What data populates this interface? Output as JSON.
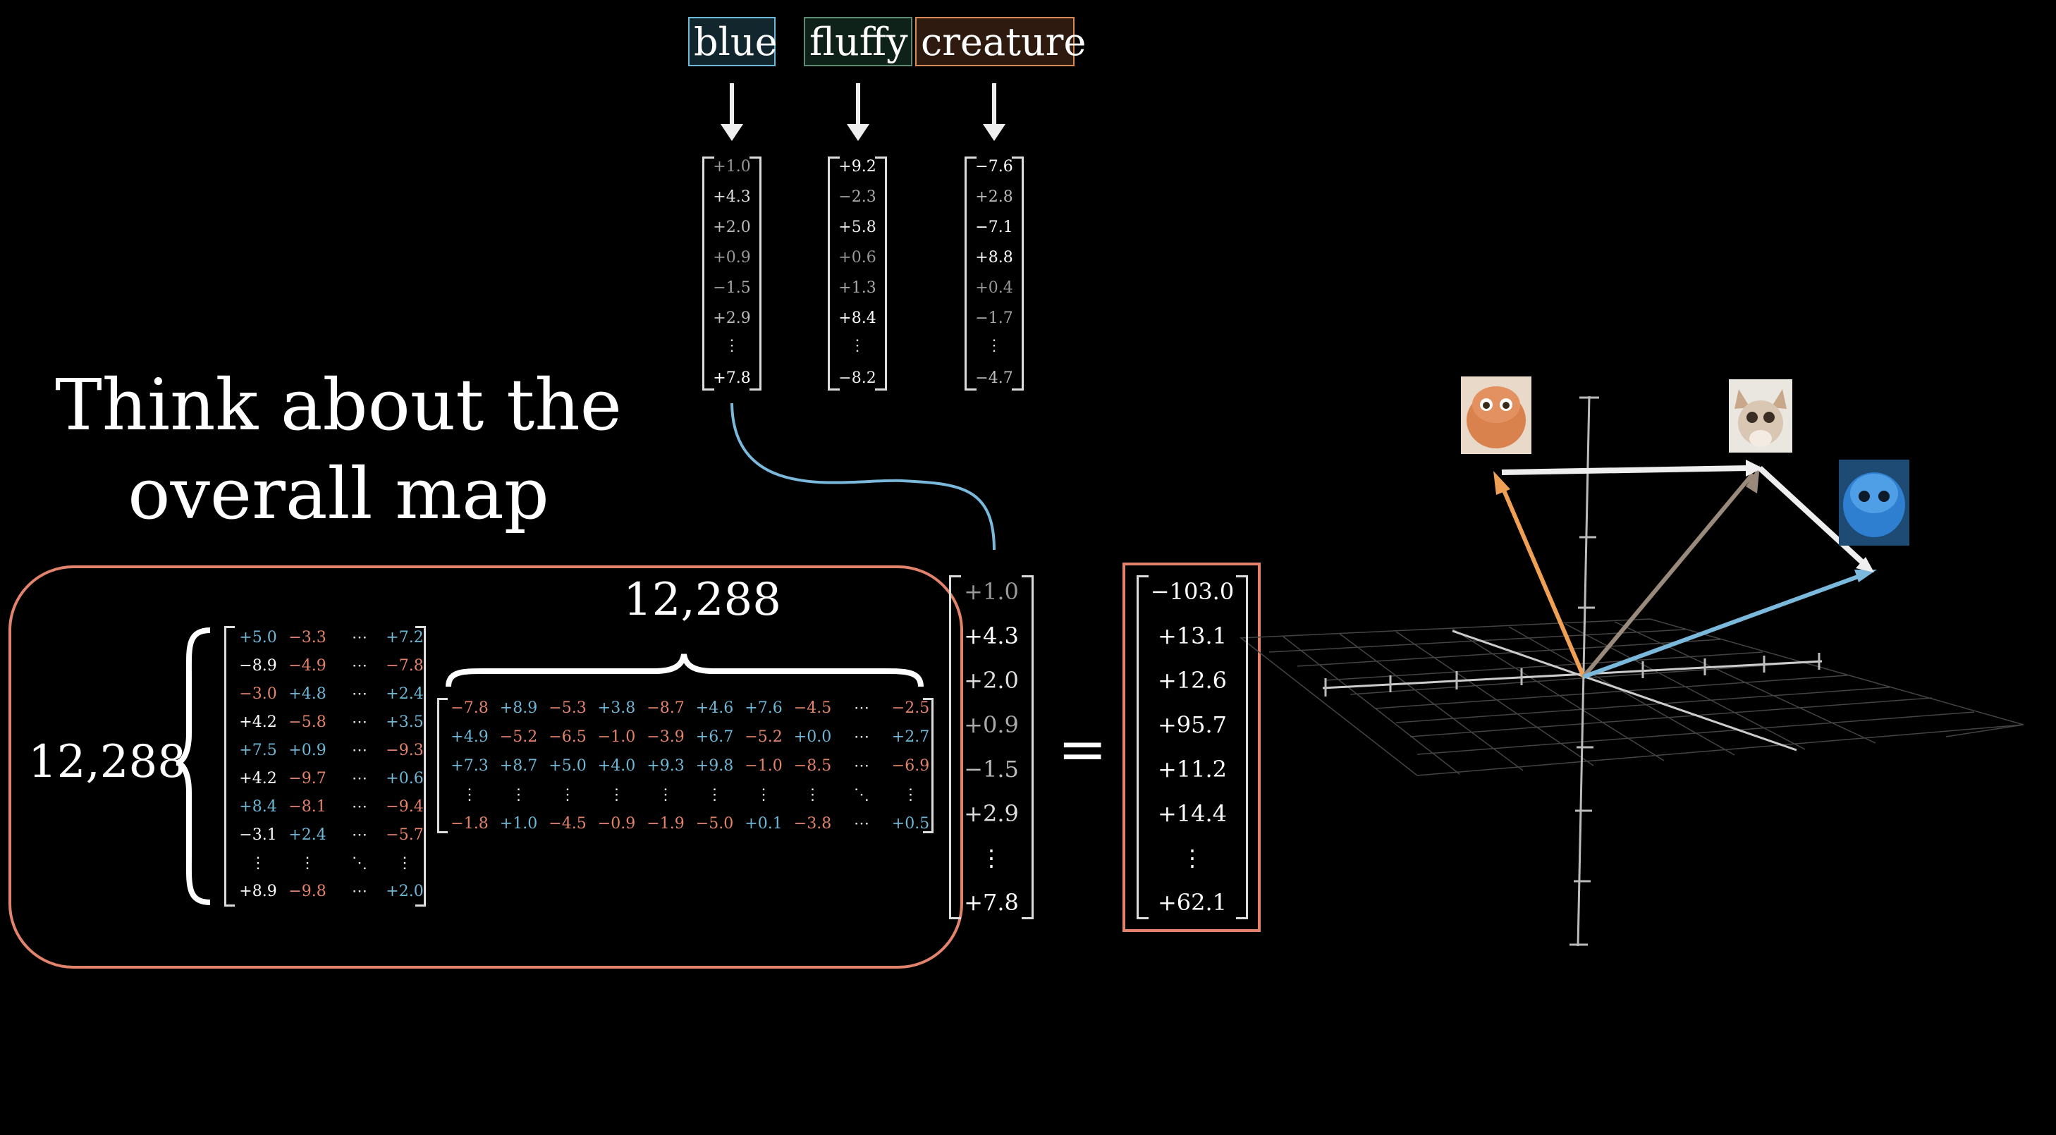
{
  "words": [
    {
      "text": "blue",
      "color": "#6fb7d6",
      "bg": "#12262e"
    },
    {
      "text": "fluffy",
      "color": "#5e8a74",
      "bg": "#0f2219"
    },
    {
      "text": "creature",
      "color": "#d58a57",
      "bg": "#2e1a0e"
    }
  ],
  "embeddings": [
    [
      "+1.0",
      "+4.3",
      "+2.0",
      "+0.9",
      "−1.5",
      "+2.9",
      "⋮",
      "+7.8"
    ],
    [
      "+9.2",
      "−2.3",
      "+5.8",
      "+0.6",
      "+1.3",
      "+8.4",
      "⋮",
      "−8.2"
    ],
    [
      "−7.6",
      "+2.8",
      "−7.1",
      "+8.8",
      "+0.4",
      "−1.7",
      "⋮",
      "−4.7"
    ]
  ],
  "title": {
    "line1": "Think about the",
    "line2": "overall map"
  },
  "dimension_labels": {
    "rows": "12,288",
    "cols": "12,288"
  },
  "left_matrix": [
    [
      "+5.0",
      "−3.3",
      "⋯",
      "+7.2"
    ],
    [
      "−8.9",
      "−4.9",
      "⋯",
      "−7.8"
    ],
    [
      "−3.0",
      "+4.8",
      "⋯",
      "+2.4"
    ],
    [
      "+4.2",
      "−5.8",
      "⋯",
      "+3.5"
    ],
    [
      "+7.5",
      "+0.9",
      "⋯",
      "−9.3"
    ],
    [
      "+4.2",
      "−9.7",
      "⋯",
      "+0.6"
    ],
    [
      "+8.4",
      "−8.1",
      "⋯",
      "−9.4"
    ],
    [
      "−3.1",
      "+2.4",
      "⋯",
      "−5.7"
    ],
    [
      "⋮",
      "⋮",
      "⋱",
      "⋮"
    ],
    [
      "+8.9",
      "−9.8",
      "⋯",
      "+2.0"
    ]
  ],
  "right_matrix": [
    [
      "−7.8",
      "+8.9",
      "−5.3",
      "+3.8",
      "−8.7",
      "+4.6",
      "+7.6",
      "−4.5",
      "⋯",
      "−2.5"
    ],
    [
      "+4.9",
      "−5.2",
      "−6.5",
      "−1.0",
      "−3.9",
      "+6.7",
      "−5.2",
      "+0.0",
      "⋯",
      "+2.7"
    ],
    [
      "+7.3",
      "+8.7",
      "+5.0",
      "+4.0",
      "+9.3",
      "+9.8",
      "−1.0",
      "−8.5",
      "⋯",
      "−6.9"
    ],
    [
      "⋮",
      "⋮",
      "⋮",
      "⋮",
      "⋮",
      "⋮",
      "⋮",
      "⋮",
      "⋱",
      "⋮"
    ],
    [
      "−1.8",
      "+1.0",
      "−4.5",
      "−0.9",
      "−1.9",
      "−5.0",
      "+0.1",
      "−3.8",
      "⋯",
      "+0.5"
    ]
  ],
  "input_vector": [
    "+1.0",
    "+4.3",
    "+2.0",
    "+0.9",
    "−1.5",
    "+2.9",
    "⋮",
    "+7.8"
  ],
  "equals": "=",
  "output_vector": [
    "−103.0",
    "+13.1",
    "+12.6",
    "+95.7",
    "+11.2",
    "+14.4",
    "⋮",
    "+62.1"
  ],
  "colors": {
    "red": "#e3836b",
    "blue": "#6fb7d6",
    "white": "#f0f0f0",
    "box": "#e3836b",
    "orange_arrow": "#f0a055",
    "gray_arrow": "#9a8a7c",
    "blue_arrow": "#7ab9dc"
  },
  "images": [
    "orange-creature-image",
    "fluffy-owl-creature-image",
    "blue-fluffy-creature-image"
  ]
}
